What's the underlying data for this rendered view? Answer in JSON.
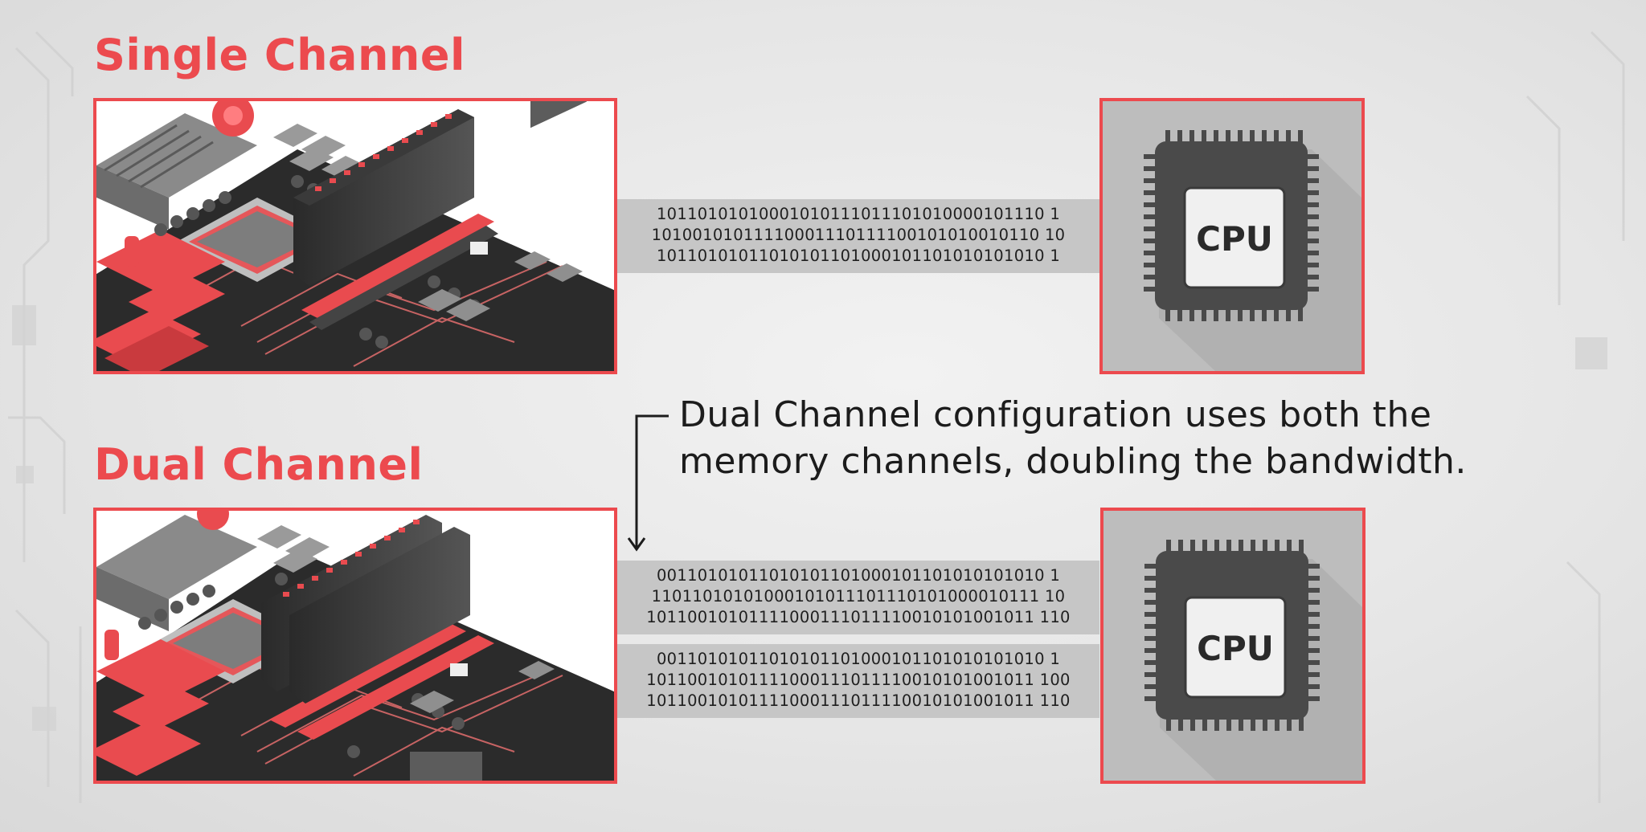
{
  "single": {
    "title": "Single Channel",
    "bits": [
      "10110101010001010111011101010000101110 1",
      "10100101011110001110111100101010010110 10",
      "10110101011010101101000101101010101010 1"
    ],
    "cpu_label": "CPU"
  },
  "dual": {
    "title": "Dual Channel",
    "bits_a": [
      "00110101011010101101000101101010101010 1",
      "11011010101000101011101110101000010111 10",
      "10110010101111000111011110010101001011 110"
    ],
    "bits_b": [
      "00110101011010101101000101101010101010 1",
      "10110010101111000111011110010101001011 100",
      "10110010101111000111011110010101001011 110"
    ],
    "cpu_label": "CPU"
  },
  "note": {
    "line1": "Dual Channel configuration uses both the",
    "line2": "memory channels, doubling the bandwidth."
  },
  "colors": {
    "accent": "#ec4a4e",
    "band": "#c6c6c6",
    "cpu_body": "#4a4a4a",
    "cpu_die": "#f0f0f0"
  }
}
